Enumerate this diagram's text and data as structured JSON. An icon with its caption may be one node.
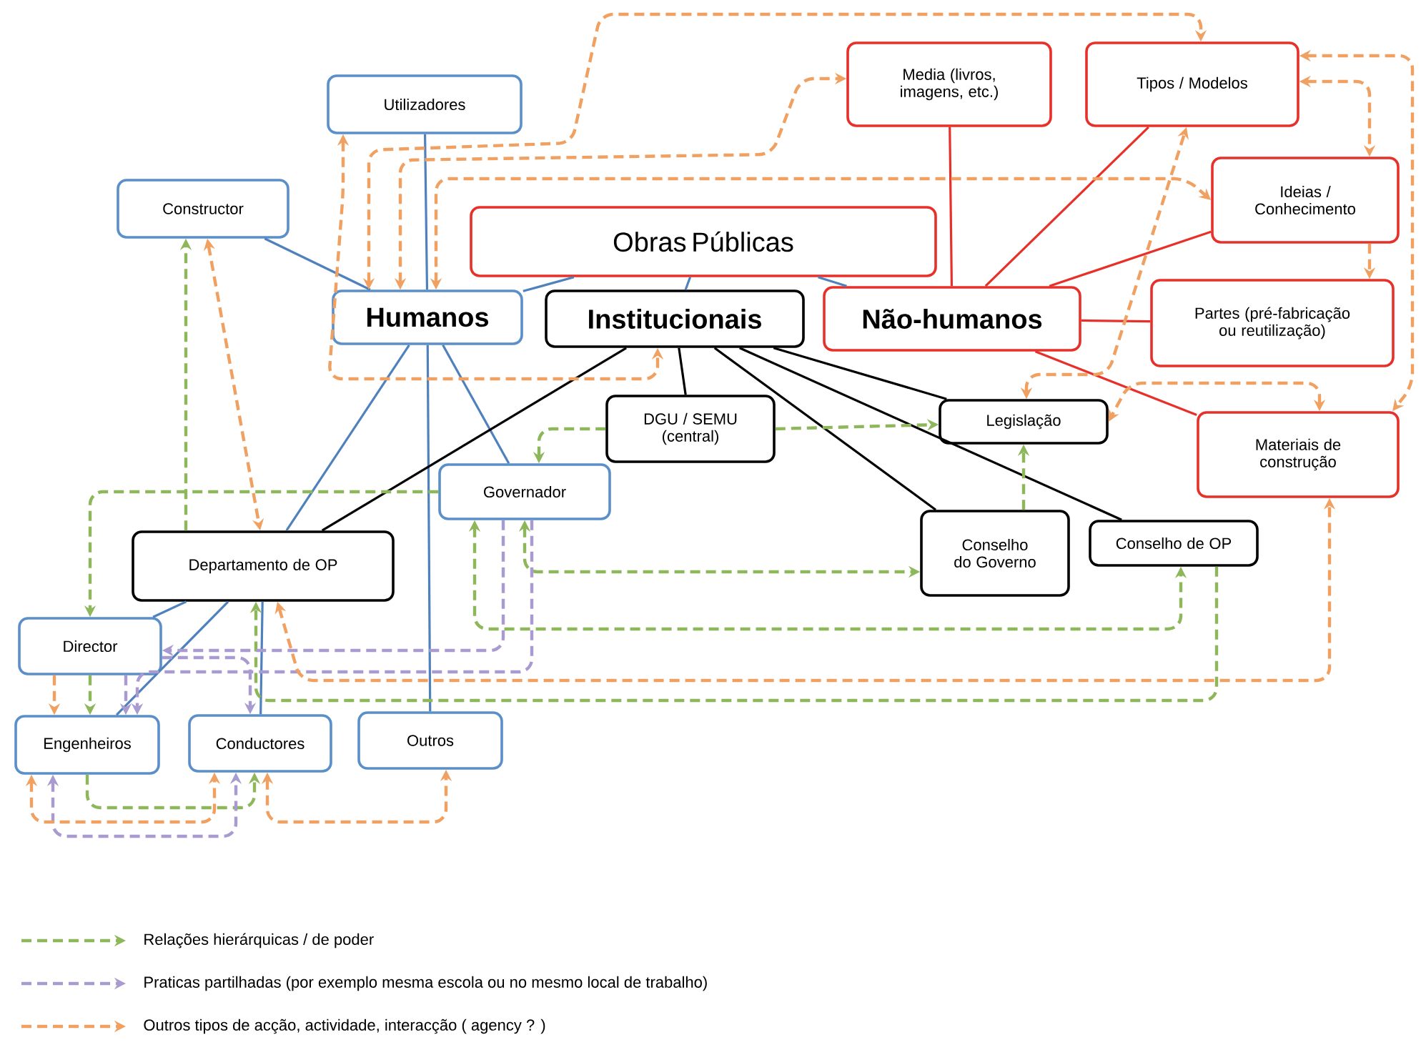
{
  "diagram": {
    "nodes": [
      {
        "text": [
          "Utilizadores"
        ]
      },
      {
        "text": [
          "Media (livros, imagens, etc.)"
        ]
      },
      {
        "text": [
          "Tipos / Modelos"
        ]
      },
      {
        "text": [
          "Constructor"
        ]
      },
      {
        "text": [
          "Ideias / Conhecimento"
        ]
      },
      {
        "text": [
          "Obras Públicas"
        ]
      },
      {
        "text": [
          "Humanos"
        ]
      },
      {
        "text": [
          "Institucionais"
        ]
      },
      {
        "text": [
          "Não-humanos"
        ]
      },
      {
        "text": [
          "Partes (pré-fabricação ou reutilização)"
        ]
      },
      {
        "text": [
          "DGU / SEMU (central)"
        ]
      },
      {
        "text": [
          "Legislação"
        ]
      },
      {
        "text": [
          "Materiais de construção"
        ]
      },
      {
        "text": [
          "Governador"
        ]
      },
      {
        "text": [
          "Departamento de OP"
        ]
      },
      {
        "text": [
          "Conselho do Governo"
        ]
      },
      {
        "text": [
          "Conselho de OP"
        ]
      },
      {
        "text": [
          "Director"
        ]
      },
      {
        "text": [
          "Engenheiros"
        ]
      },
      {
        "text": [
          "Conductores"
        ]
      },
      {
        "text": [
          "Outros"
        ]
      }
    ],
    "edges": [
      {
        "from": 6,
        "to": 0,
        "arrow": "none",
        "color": "#4f81bd"
      },
      {
        "from": 6,
        "to": 3,
        "arrow": "none",
        "color": "#4f81bd"
      },
      {
        "from": 5,
        "to": 6,
        "arrow": "none",
        "color": "#4f81bd"
      },
      {
        "from": 5,
        "to": 7,
        "arrow": "none",
        "color": "#4f81bd"
      },
      {
        "from": 5,
        "to": 8,
        "arrow": "none",
        "color": "#4f81bd"
      },
      {
        "from": 6,
        "to": 14,
        "arrow": "none",
        "color": "#4f81bd"
      },
      {
        "from": 14,
        "to": 17,
        "arrow": "none",
        "color": "#4f81bd"
      },
      {
        "from": 14,
        "to": 18,
        "arrow": "none",
        "color": "#4f81bd"
      },
      {
        "from": 14,
        "to": 19,
        "arrow": "none",
        "color": "#4f81bd"
      },
      {
        "from": 6,
        "to": 20,
        "arrow": "none",
        "color": "#4f81bd"
      },
      {
        "from": 6,
        "to": 13,
        "arrow": "none",
        "color": "#4f81bd"
      },
      {
        "from": 7,
        "to": 10,
        "arrow": "none",
        "color": "#000000"
      },
      {
        "from": 7,
        "to": 11,
        "arrow": "none",
        "color": "#000000"
      },
      {
        "from": 7,
        "to": 15,
        "arrow": "none",
        "color": "#000000"
      },
      {
        "from": 7,
        "to": 16,
        "arrow": "none",
        "color": "#000000"
      },
      {
        "from": 7,
        "to": 14,
        "arrow": "none",
        "color": "#000000"
      },
      {
        "from": 8,
        "to": 1,
        "arrow": "none",
        "color": "#e8302a"
      },
      {
        "from": 8,
        "to": 2,
        "arrow": "none",
        "color": "#e8302a"
      },
      {
        "from": 8,
        "to": 4,
        "arrow": "none",
        "color": "#e8302a"
      },
      {
        "from": 8,
        "to": 9,
        "arrow": "none",
        "color": "#e8302a"
      },
      {
        "from": 8,
        "to": 12,
        "arrow": "none",
        "color": "#e8302a"
      },
      {
        "from": 14,
        "to": 3,
        "arrow": "to",
        "style": "dashed",
        "color": "#8db75a"
      },
      {
        "from": 13,
        "to": 17,
        "arrow": "to",
        "style": "dashed",
        "color": "#8db75a"
      },
      {
        "from": 10,
        "to": 11,
        "arrow": "to",
        "style": "dashed",
        "color": "#8db75a"
      },
      {
        "from": 10,
        "to": 13,
        "arrow": "to",
        "style": "dashed",
        "color": "#8db75a"
      },
      {
        "from": 15,
        "to": 11,
        "arrow": "to",
        "style": "dashed",
        "color": "#8db75a"
      },
      {
        "from": 13,
        "to": 15,
        "arrow": "both",
        "style": "dashed",
        "color": "#8db75a"
      },
      {
        "from": 13,
        "to": 16,
        "arrow": "both",
        "style": "dashed",
        "color": "#8db75a"
      },
      {
        "from": 17,
        "to": 18,
        "arrow": "to",
        "style": "dashed",
        "color": "#8db75a"
      },
      {
        "from": 16,
        "to": 14,
        "arrow": "to",
        "style": "dashed",
        "color": "#8db75a"
      },
      {
        "from": 18,
        "to": 19,
        "arrow": "to",
        "style": "dashed",
        "color": "#8db75a"
      },
      {
        "from": 13,
        "to": 17,
        "arrow": "to",
        "style": "dashed",
        "color": "#a99bd0"
      },
      {
        "from": 13,
        "to": 18,
        "arrow": "to",
        "style": "dashed",
        "color": "#a99bd0"
      },
      {
        "from": 17,
        "to": 19,
        "arrow": "to",
        "style": "dashed",
        "color": "#a99bd0"
      },
      {
        "from": 17,
        "to": 18,
        "arrow": "to",
        "style": "dashed",
        "color": "#a99bd0"
      },
      {
        "from": 18,
        "to": 19,
        "arrow": "both",
        "style": "dashed",
        "color": "#a99bd0"
      },
      {
        "from": 0,
        "to": 7,
        "arrow": "both",
        "style": "dashed",
        "color": "#f0a060"
      },
      {
        "from": 6,
        "to": 2,
        "arrow": "both",
        "style": "dashed",
        "color": "#f0a060"
      },
      {
        "from": 6,
        "to": 1,
        "arrow": "both",
        "style": "dashed",
        "color": "#f0a060"
      },
      {
        "from": 6,
        "to": 4,
        "arrow": "both",
        "style": "dashed",
        "color": "#f0a060"
      },
      {
        "from": 3,
        "to": 14,
        "arrow": "both",
        "style": "dashed",
        "color": "#f0a060"
      },
      {
        "from": 14,
        "to": 12,
        "arrow": "both",
        "style": "dashed",
        "color": "#f0a060"
      },
      {
        "from": 2,
        "to": 4,
        "arrow": "both",
        "style": "dashed",
        "color": "#f0a060"
      },
      {
        "from": 2,
        "to": 12,
        "arrow": "both",
        "style": "dashed",
        "color": "#f0a060"
      },
      {
        "from": 4,
        "to": 9,
        "arrow": "to",
        "style": "dashed",
        "color": "#f0a060"
      },
      {
        "from": 11,
        "to": 2,
        "arrow": "both",
        "style": "dashed",
        "color": "#f0a060"
      },
      {
        "from": 12,
        "to": 11,
        "arrow": "both",
        "style": "dashed",
        "color": "#f0a060"
      },
      {
        "from": 18,
        "to": 19,
        "arrow": "both",
        "style": "dashed",
        "color": "#f0a060"
      },
      {
        "from": 19,
        "to": 20,
        "arrow": "both",
        "style": "dashed",
        "color": "#f0a060"
      },
      {
        "from": 17,
        "to": 18,
        "arrow": "to",
        "style": "dashed",
        "color": "#f0a060"
      }
    ],
    "legend": [
      {
        "text": "Relações hierárquicas / de poder"
      },
      {
        "text": "Praticas partilhadas (por exemplo mesma escola ou no mesmo local de trabalho)"
      },
      {
        "text": "Outros tipos de acção, actividade, interacção ( agency ? )"
      }
    ]
  }
}
